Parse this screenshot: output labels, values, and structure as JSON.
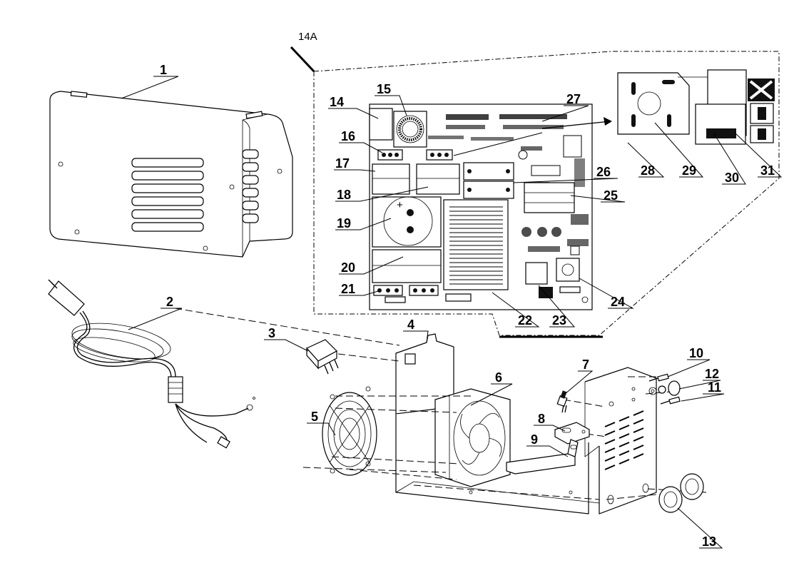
{
  "diagram": {
    "detail_label": "14A",
    "parts": [
      {
        "id": "p1",
        "num": "1"
      },
      {
        "id": "p2",
        "num": "2"
      },
      {
        "id": "p3",
        "num": "3"
      },
      {
        "id": "p4",
        "num": "4"
      },
      {
        "id": "p5",
        "num": "5"
      },
      {
        "id": "p6",
        "num": "6"
      },
      {
        "id": "p7",
        "num": "7"
      },
      {
        "id": "p8",
        "num": "8"
      },
      {
        "id": "p9",
        "num": "9"
      },
      {
        "id": "p10",
        "num": "10"
      },
      {
        "id": "p11",
        "num": "11"
      },
      {
        "id": "p12",
        "num": "12"
      },
      {
        "id": "p13",
        "num": "13"
      },
      {
        "id": "p14",
        "num": "14"
      },
      {
        "id": "p15",
        "num": "15"
      },
      {
        "id": "p16",
        "num": "16"
      },
      {
        "id": "p17",
        "num": "17"
      },
      {
        "id": "p18",
        "num": "18"
      },
      {
        "id": "p19",
        "num": "19"
      },
      {
        "id": "p20",
        "num": "20"
      },
      {
        "id": "p21",
        "num": "21"
      },
      {
        "id": "p22",
        "num": "22"
      },
      {
        "id": "p23",
        "num": "23"
      },
      {
        "id": "p24",
        "num": "24"
      },
      {
        "id": "p25",
        "num": "25"
      },
      {
        "id": "p26",
        "num": "26"
      },
      {
        "id": "p27",
        "num": "27"
      },
      {
        "id": "p28",
        "num": "28"
      },
      {
        "id": "p29",
        "num": "29"
      },
      {
        "id": "p30",
        "num": "30"
      },
      {
        "id": "p31",
        "num": "31"
      }
    ],
    "capacitor_polarity": "+"
  }
}
